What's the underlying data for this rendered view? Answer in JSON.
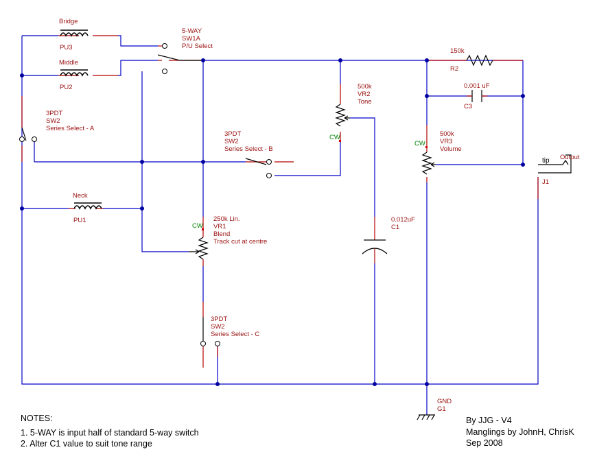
{
  "pickups": {
    "bridge": {
      "name": "Bridge",
      "ref": "PU3"
    },
    "middle": {
      "name": "Middle",
      "ref": "PU2"
    },
    "neck": {
      "name": "Neck",
      "ref": "PU1"
    }
  },
  "switches": {
    "sw1a": {
      "line1": "5-WAY",
      "line2": "SW1A",
      "line3": "P/U Select"
    },
    "sw2a": {
      "line1": "3PDT",
      "line2": "SW2",
      "line3": "Series Select - A"
    },
    "sw2b": {
      "line1": "3PDT",
      "line2": "SW2",
      "line3": "Series Select - B"
    },
    "sw2c": {
      "line1": "3PDT",
      "line2": "SW2",
      "line3": "Series Select - C"
    }
  },
  "pots": {
    "vr1": {
      "value": "250k Lin.",
      "ref": "VR1",
      "name": "Blend",
      "note": "Track cut at centre",
      "cw": "CW"
    },
    "vr2": {
      "value": "500k",
      "ref": "VR2",
      "name": "Tone",
      "cw": "CW"
    },
    "vr3": {
      "value": "500k",
      "ref": "VR3",
      "name": "Volume",
      "cw": "CW"
    }
  },
  "passives": {
    "r2": {
      "value": "150k",
      "ref": "R2"
    },
    "c3": {
      "value": "0.001 uF",
      "ref": "C3"
    },
    "c1": {
      "value": "0.012uF",
      "ref": "C1"
    }
  },
  "output": {
    "label": "Output",
    "tip": "tip",
    "ref": "J1"
  },
  "ground": {
    "label": "GND",
    "ref": "G1"
  },
  "notes": {
    "title": "NOTES:",
    "items": [
      "1. 5-WAY is input half of standard 5-way switch",
      "2. Alter C1 value to suit tone range"
    ]
  },
  "credits": {
    "line1": "By JJG - V4",
    "line2": "Manglings by JohnH, ChrisK",
    "line3": "Sep 2008"
  }
}
